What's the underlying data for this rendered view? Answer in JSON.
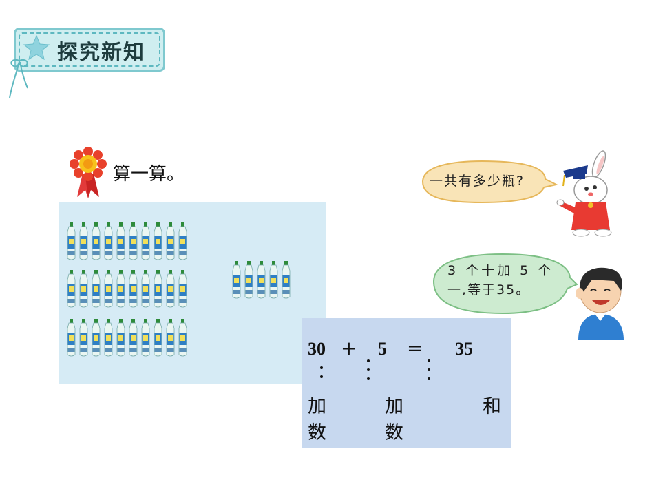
{
  "header": {
    "title": "探究新知"
  },
  "task": {
    "label": "算一算。"
  },
  "bubbles": {
    "rabbit_question": "一共有多少瓶?",
    "boy_answer_line1": "3 个十加 5 个",
    "boy_answer_line2": "一,等于35。"
  },
  "bottles": {
    "groups_of_ten": 3,
    "ones": 5
  },
  "equation": {
    "addend1": "30",
    "plus": "+",
    "addend2": "5",
    "equals": "=",
    "sum": "35",
    "addend1_label_line1": "加",
    "addend1_label_line2": "数",
    "addend2_label_line1": "加",
    "addend2_label_line2": "数",
    "sum_label_line1": "和"
  },
  "colors": {
    "badge_fill": "#cfeef0",
    "panel_blue": "#d6ebf5",
    "equation_panel": "#c7d8ef",
    "bubble_fill": "#f9e4b7"
  }
}
